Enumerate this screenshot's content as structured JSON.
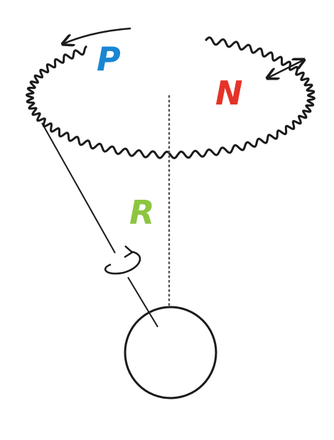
{
  "labels": {
    "p": "P",
    "n": "N",
    "r": "R"
  },
  "colors": {
    "p": "#1a86d2",
    "n": "#e53328",
    "r": "#8cc640",
    "stroke": "#1a1a1a",
    "background": "#ffffff"
  },
  "icons": [
    "wavy-ring",
    "curved-arrow",
    "double-headed-arrow",
    "rotation-arrow",
    "sphere"
  ]
}
